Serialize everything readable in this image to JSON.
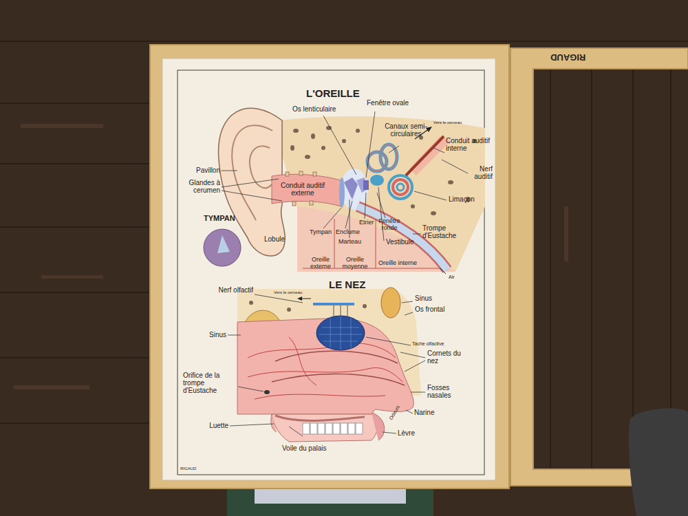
{
  "diagram": {
    "title": "L'OREILLE",
    "labels": [
      "Os lenticulaire",
      "Fenêtre ovale",
      "Canaux semi-circulaires",
      "Vers le cerveau",
      "Conduit auditif interne",
      "Nerf auditif",
      "Limaçon",
      "Pavillon",
      "Glandes à cerumen",
      "Conduit auditif externe",
      "TYMPAN",
      "Lobule",
      "Tympan",
      "Enclume",
      "Etrier",
      "Marteau",
      "Fenêtre ronde",
      "Vestibule",
      "Trompe d'Eustache",
      "Oreille externe",
      "Oreille moyenne",
      "Oreille interne",
      "Air",
      "LE NEZ",
      "Nerf olfactif",
      "Vers le cerveau",
      "Sinus",
      "Os frontal",
      "Sinus",
      "Tache olfactive",
      "Cornets du nez",
      "Orifice de la trompe d'Eustache",
      "Fosses nasales",
      "Odeurs",
      "Narine",
      "Luette",
      "Lèvre",
      "Voile du palais",
      "RIGAUD",
      "RIGAUD"
    ]
  }
}
